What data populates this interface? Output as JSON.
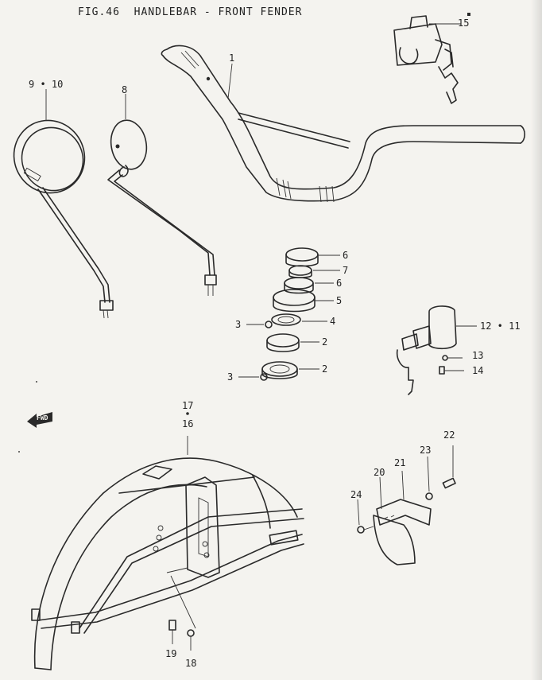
{
  "figure": {
    "title": "FIG.46  HANDLEBAR - FRONT FENDER",
    "fwd_label": "FWD"
  },
  "callouts": {
    "c1": "1",
    "c2a": "2",
    "c2b": "2",
    "c3a": "3",
    "c3b": "3",
    "c4": "4",
    "c5": "5",
    "c6a": "6",
    "c6b": "6",
    "c7": "7",
    "c8": "8",
    "c9_10": "9 • 10",
    "c12_11": "12 • 11",
    "c13": "13",
    "c14": "14",
    "c15": "15",
    "c16": "16",
    "c17": "17",
    "c18": "18",
    "c19": "19",
    "c20": "20",
    "c21": "21",
    "c22": "22",
    "c23": "23",
    "c24": "24"
  }
}
